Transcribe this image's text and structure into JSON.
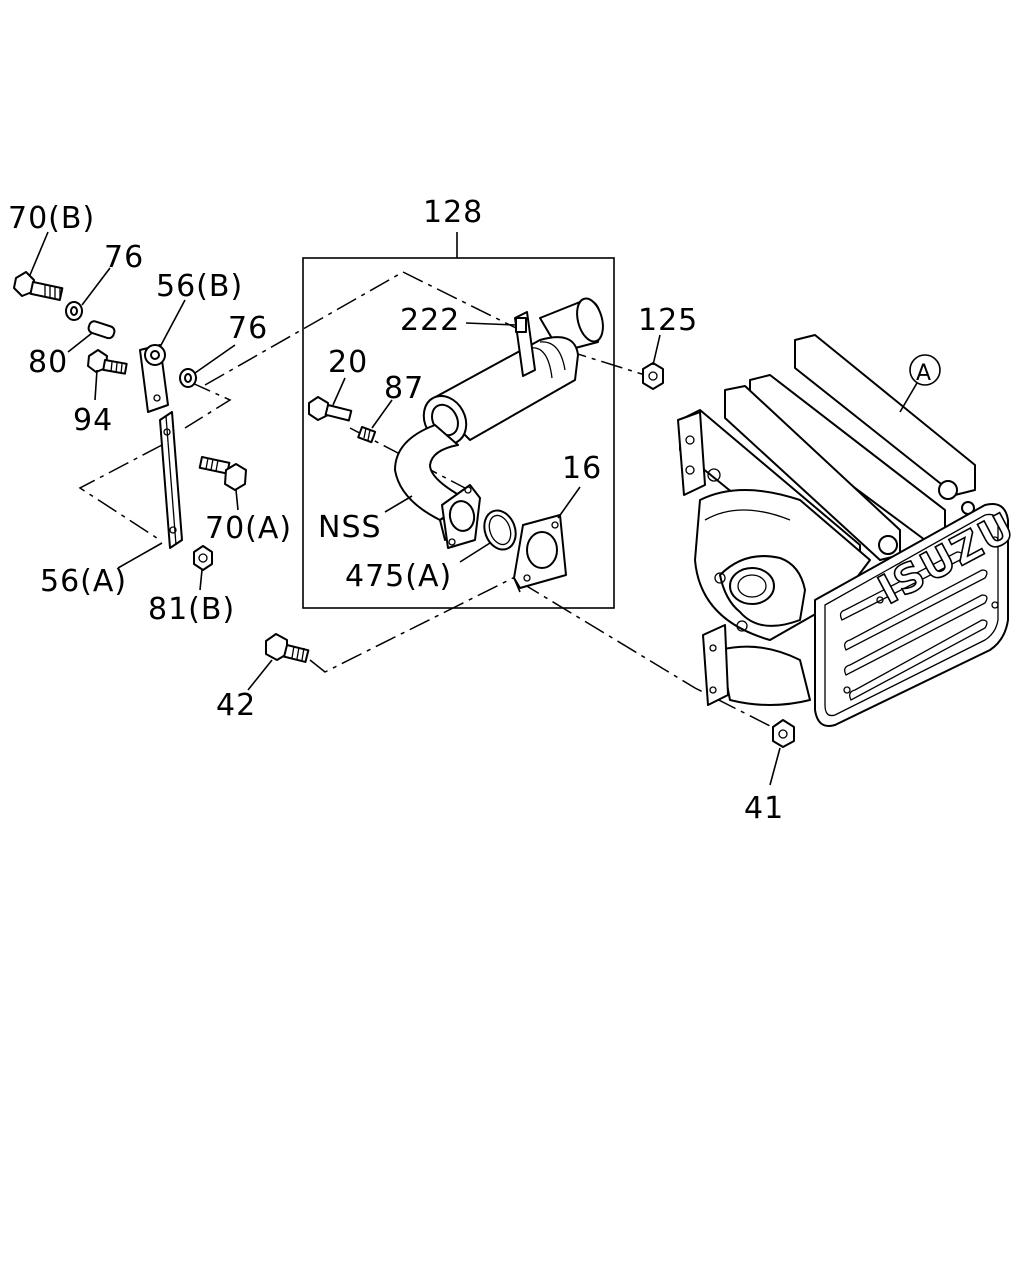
{
  "labels": {
    "l70b": "70(B)",
    "l76a": "76",
    "l56b": "56(B)",
    "l76b": "76",
    "l80": "80",
    "l94": "94",
    "l70a": "70(A)",
    "l56a": "56(A)",
    "l81b": "81(B)",
    "l128": "128",
    "l222": "222",
    "l20": "20",
    "l87": "87",
    "lnss": "NSS",
    "l16": "16",
    "l475a": "475(A)",
    "l125": "125",
    "lA": "A",
    "l42": "42",
    "l41": "41"
  },
  "logo_text": "ISUZU",
  "colors": {
    "line": "#000000",
    "background": "#ffffff"
  }
}
